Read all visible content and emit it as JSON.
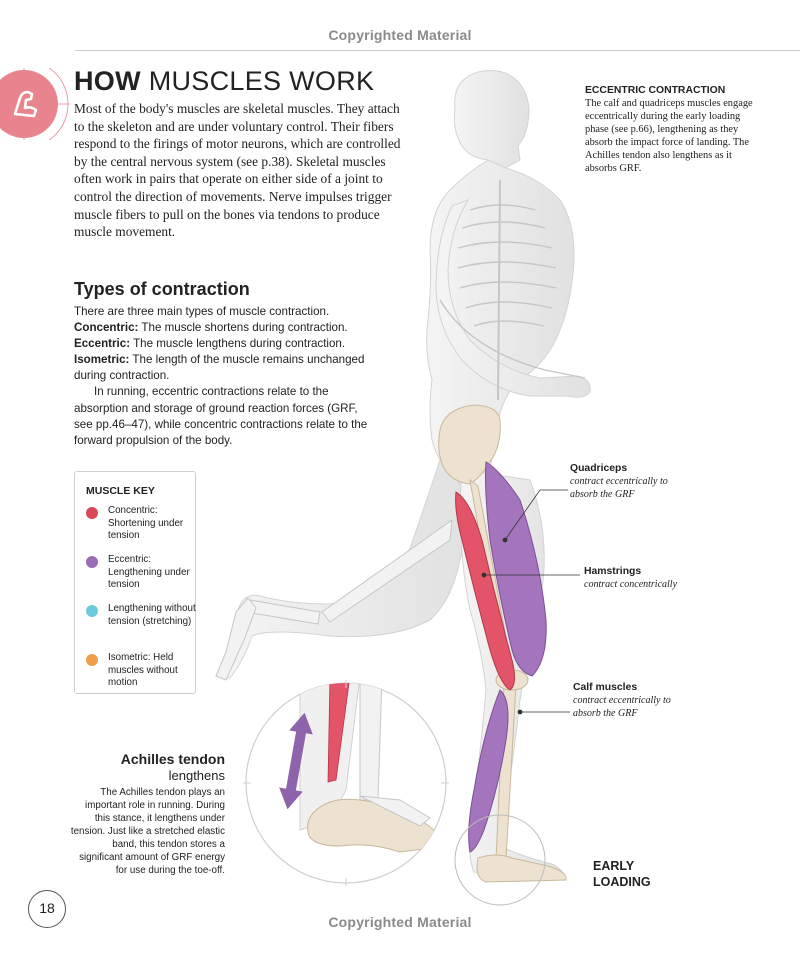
{
  "header": {
    "copyright": "Copyrighted Material"
  },
  "footer": {
    "copyright": "Copyrighted Material",
    "page_number": "18"
  },
  "title": {
    "bold": "HOW",
    "rest": " MUSCLES WORK"
  },
  "intro": "Most of the body's muscles are skeletal muscles. They attach to the skeleton and are under voluntary control. Their fibers respond to the firings of motor neurons, which are controlled by the central nervous system (see p.38). Skeletal muscles often work in pairs that operate on either side of a joint to control the direction of movements. Nerve impulses trigger muscle fibers to pull on the bones via tendons to produce muscle movement.",
  "types": {
    "heading": "Types of contraction",
    "lead": "There are three main types of muscle contraction.",
    "concentric_term": "Concentric:",
    "concentric_def": " The muscle shortens during contraction.",
    "eccentric_term": "Eccentric:",
    "eccentric_def": " The muscle lengthens during contraction.",
    "isometric_term": "Isometric:",
    "isometric_def": " The length of the muscle remains unchanged during contraction.",
    "running": "In running, eccentric contractions relate to the absorption and storage of ground reaction forces (GRF, see pp.46–47), while concentric contractions relate to the forward propulsion of the body."
  },
  "muscle_key": {
    "title": "MUSCLE KEY",
    "items": [
      {
        "label": "Concentric: Shortening under tension",
        "color": "#d9475a"
      },
      {
        "label": "Eccentric: Lengthening under tension",
        "color": "#9b6bb5"
      },
      {
        "label": "Lengthening without tension (stretching)",
        "color": "#6ccbd8"
      },
      {
        "label": "Isometric: Held muscles without motion",
        "color": "#f0a04b"
      }
    ]
  },
  "eccentric_box": {
    "title": "ECCENTRIC CONTRACTION",
    "text": "The calf and quadriceps muscles engage eccentrically during the early loading phase (see p.66), lengthening as they absorb the impact force of landing. The Achilles tendon also lengthens as it absorbs GRF."
  },
  "labels": {
    "quadriceps": {
      "name": "Quadriceps",
      "note": "contract eccentrically to absorb the GRF"
    },
    "hamstrings": {
      "name": "Hamstrings",
      "note": "contract concentrically"
    },
    "calf": {
      "name": "Calf muscles",
      "note": "contract eccentrically to absorb the GRF"
    }
  },
  "achilles": {
    "title": "Achilles tendon",
    "subtitle": "lengthens",
    "text": "The Achilles tendon plays an important role in running. During this stance, it lengthens under tension. Just like a stretched elastic band, this tendon stores a significant amount of GRF energy for use during the toe-off."
  },
  "phase_label": "EARLY LOADING",
  "colors": {
    "chapter_tab": "#e9848f",
    "concentric": "#d9475a",
    "eccentric": "#9b6bb5",
    "stretching": "#6ccbd8",
    "isometric": "#f0a04b",
    "bone": "#ece2cf"
  }
}
